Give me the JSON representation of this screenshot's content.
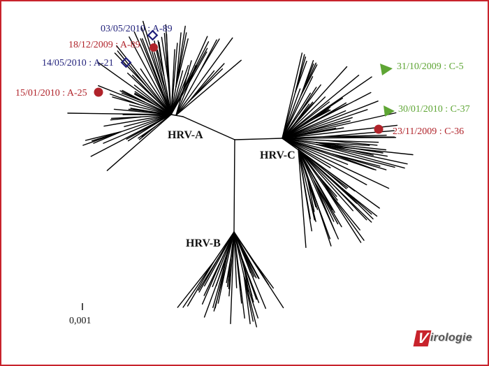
{
  "clades": {
    "a": "HRV-A",
    "b": "HRV-B",
    "c": "HRV-C"
  },
  "samples": [
    {
      "id": "s1",
      "text": "03/05/2010 : A-89",
      "color": "#1f1f7a",
      "marker": "diamond-outline"
    },
    {
      "id": "s2",
      "text": "18/12/2009 : A-89",
      "color": "#b0232a",
      "marker": "filled-circle"
    },
    {
      "id": "s3",
      "text": "14/05/2010 : A-21",
      "color": "#1f1f7a",
      "marker": "diamond-outline"
    },
    {
      "id": "s4",
      "text": "15/01/2010 : A-25",
      "color": "#b0232a",
      "marker": "filled-circle"
    },
    {
      "id": "s5",
      "text": "31/10/2009 : C-5",
      "color": "#5ea534",
      "marker": "filled-triangle"
    },
    {
      "id": "s6",
      "text": "30/01/2010 : C-37",
      "color": "#5ea534",
      "marker": "filled-triangle"
    },
    {
      "id": "s7",
      "text": "23/11/2009 : C-36",
      "color": "#b0232a",
      "marker": "filled-circle"
    }
  ],
  "scale_bar": {
    "label": "0,001"
  },
  "logo": {
    "initial": "V",
    "rest": "irologie"
  },
  "colors": {
    "frame": "#c8232c",
    "branch": "#000000"
  }
}
